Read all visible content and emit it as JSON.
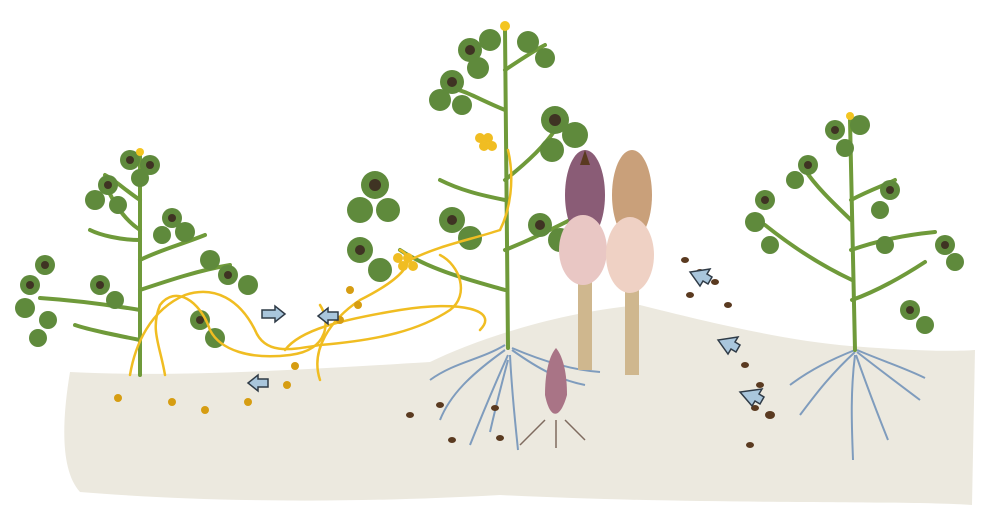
{
  "scene": {
    "background": "#ffffff",
    "colors": {
      "soil": "#ece9df",
      "stem": "#6f9a3a",
      "leaf": "#5f8a3c",
      "leaf_spot": "#3f3323",
      "flower": "#f3c521",
      "dodder": "#f0bd22",
      "dodder_seed": "#d69d12",
      "root": "#7f9cbd",
      "broomrape_stem": "#cfb78e",
      "broomrape_purple": "#8a5c76",
      "broomrape_pink": "#e9c7c4",
      "broomrape_seed": "#5a3a20",
      "arrow_fill": "#a9c6dc",
      "arrow_stroke": "#2f3b47"
    },
    "icons": [
      "host-plant",
      "dodder-vine",
      "broomrape-spike",
      "seed",
      "arrow"
    ]
  }
}
